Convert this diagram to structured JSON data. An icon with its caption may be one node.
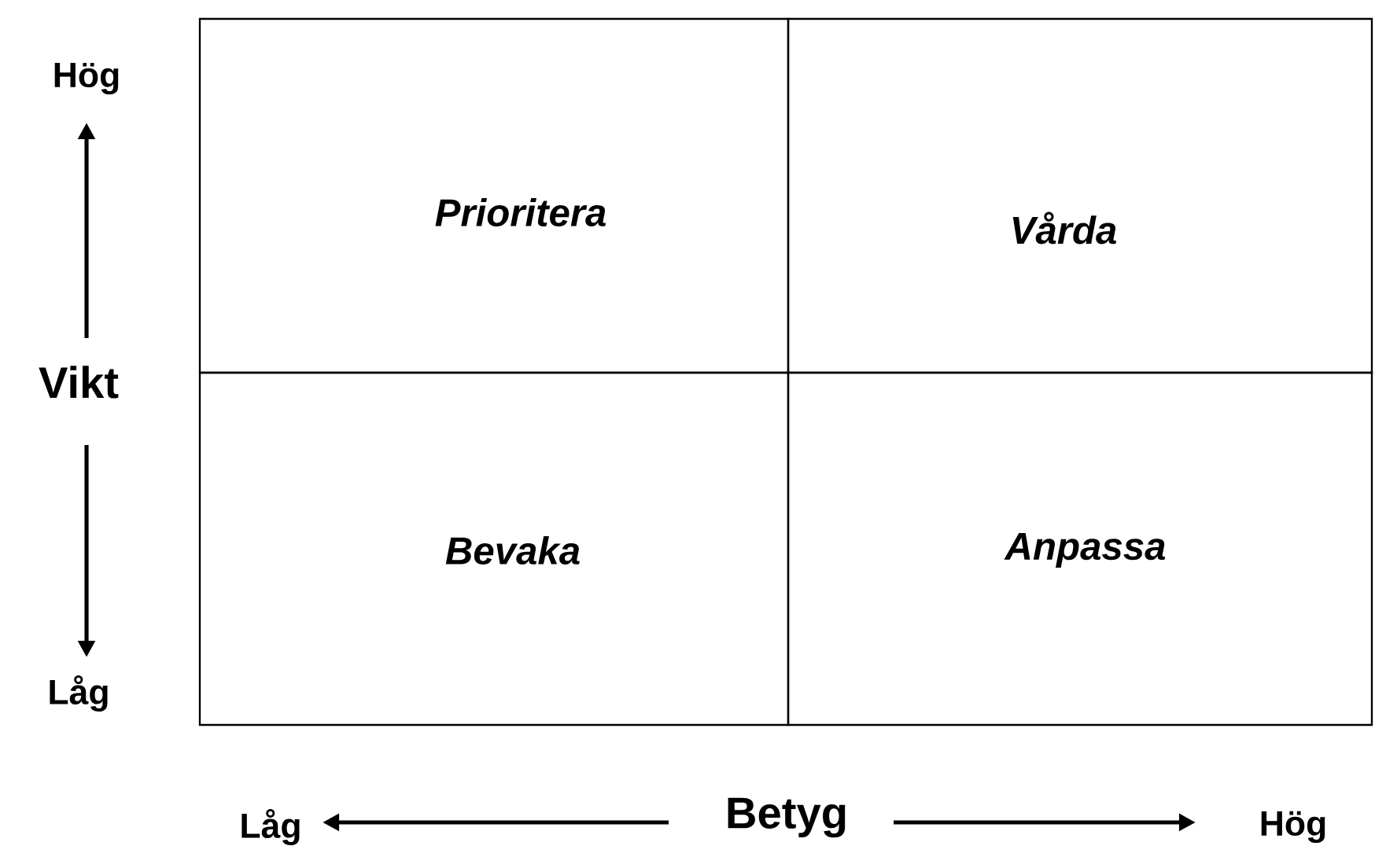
{
  "diagram": {
    "nodes": [
      {
        "text": [
          "Prioritera"
        ]
      },
      {
        "text": [
          "Vårda"
        ]
      },
      {
        "text": [
          "Bevaka"
        ]
      },
      {
        "text": [
          "Anpassa"
        ]
      }
    ],
    "labels": [
      "Hög",
      "Vikt",
      "Låg",
      "Låg",
      "Betyg",
      "Hög"
    ]
  }
}
